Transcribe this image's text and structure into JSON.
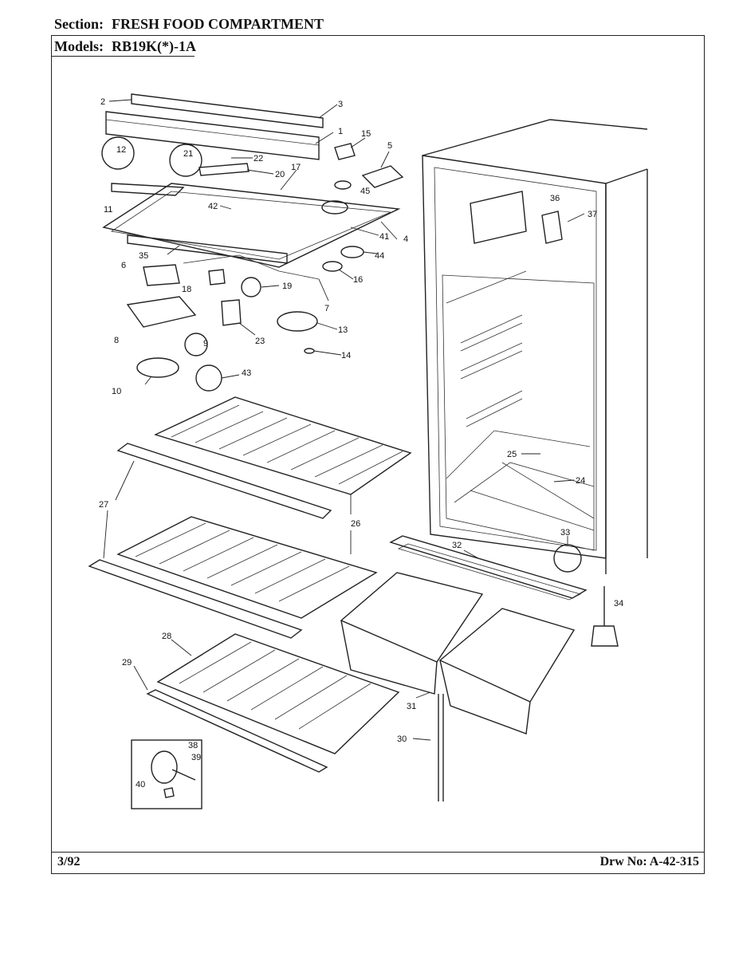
{
  "header": {
    "section_label": "Section:",
    "section_value": "FRESH FOOD COMPARTMENT",
    "models_label": "Models:",
    "models_value": "RB19K(*)-1A"
  },
  "footer": {
    "date": "3/92",
    "drawing_number": "Drw No: A-42-315"
  },
  "callouts": {
    "c1": "1",
    "c2": "2",
    "c3": "3",
    "c4": "4",
    "c5": "5",
    "c6": "6",
    "c7": "7",
    "c8": "8",
    "c9": "9",
    "c10": "10",
    "c11": "11",
    "c12": "12",
    "c13": "13",
    "c14": "14",
    "c15": "15",
    "c16": "16",
    "c17": "17",
    "c18": "18",
    "c19": "19",
    "c20": "20",
    "c21": "21",
    "c22": "22",
    "c23": "23",
    "c24": "24",
    "c25": "25",
    "c26": "26",
    "c27": "27",
    "c28": "28",
    "c29": "29",
    "c30": "30",
    "c31": "31",
    "c32": "32",
    "c33": "33",
    "c34": "34",
    "c35": "35",
    "c36": "36",
    "c37": "37",
    "c38": "38",
    "c39": "39",
    "c40": "40",
    "c41": "41",
    "c42": "42",
    "c43": "43",
    "c44": "44",
    "c45": "45"
  }
}
